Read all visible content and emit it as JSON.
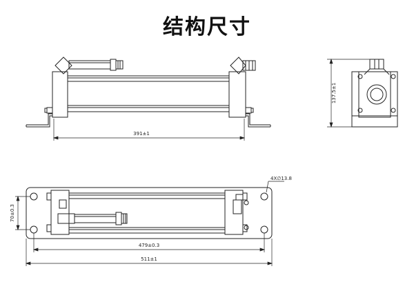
{
  "title": "结构尺寸",
  "dimensions": {
    "side_length": "391±1",
    "end_height": "137.5±1",
    "bottom_vertical": "70±0.3",
    "holes": "4X∅13.8",
    "hole_spacing": "479±0.3",
    "overall_length": "511±1"
  },
  "colors": {
    "line": "#222222",
    "background": "#ffffff"
  }
}
